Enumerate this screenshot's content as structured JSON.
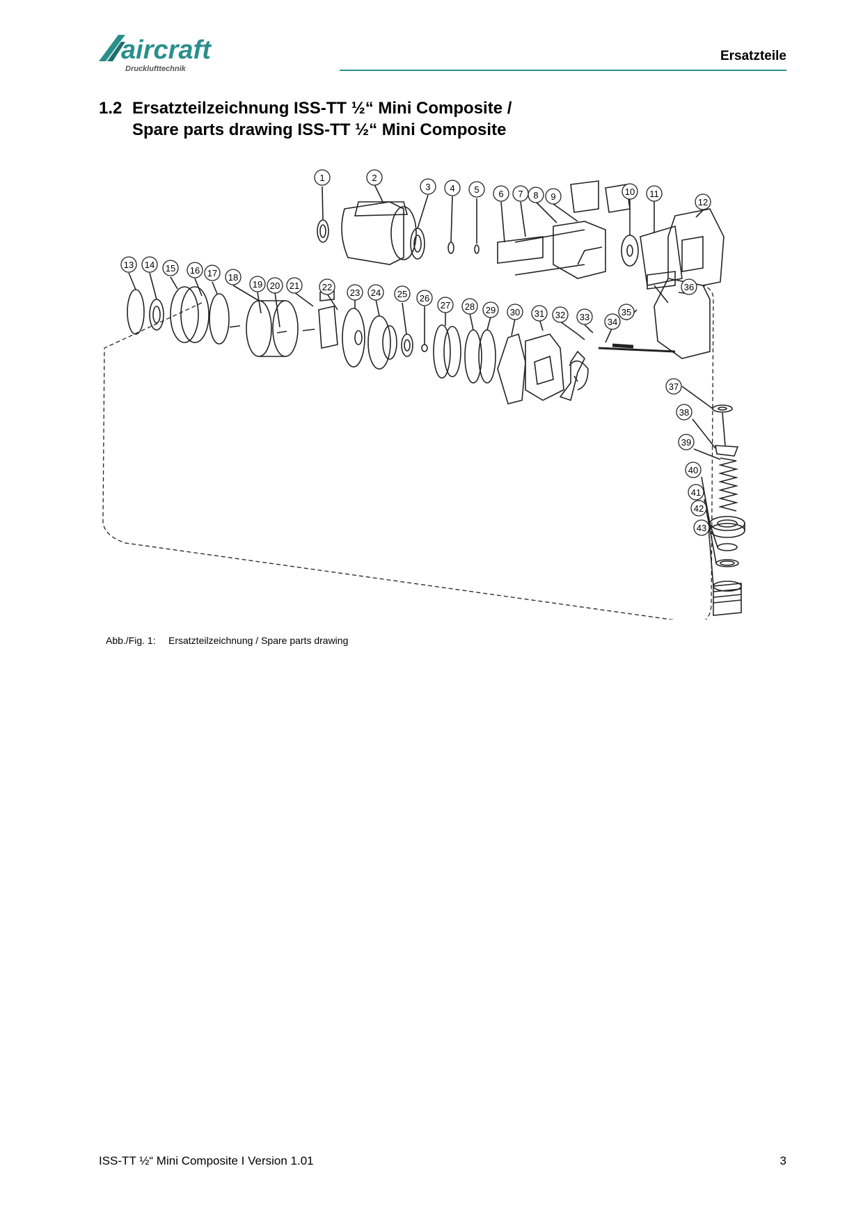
{
  "header": {
    "brand": "aircraft",
    "brand_sub": "Drucklufttechnik",
    "section": "Ersatzteile",
    "accent_color": "#2a8f8c"
  },
  "title": {
    "number": "1.2",
    "line1": "Ersatzteilzeichnung ISS-TT ½“  Mini Composite /",
    "line2": "Spare parts drawing ISS-TT ½“  Mini Composite"
  },
  "drawing": {
    "callouts": [
      "1",
      "2",
      "3",
      "4",
      "5",
      "6",
      "7",
      "8",
      "9",
      "10",
      "11",
      "12",
      "13",
      "14",
      "15",
      "16",
      "17",
      "18",
      "19",
      "20",
      "21",
      "22",
      "23",
      "24",
      "25",
      "26",
      "27",
      "28",
      "29",
      "30",
      "31",
      "32",
      "33",
      "34",
      "35",
      "36",
      "37",
      "38",
      "39",
      "40",
      "41",
      "42",
      "43"
    ]
  },
  "caption": {
    "label": "Abb./Fig. 1:",
    "text": "Ersatzteilzeichnung / Spare parts drawing"
  },
  "footer": {
    "doc": "ISS-TT ½“ Mini Composite  I Version 1.01",
    "page": "3"
  }
}
